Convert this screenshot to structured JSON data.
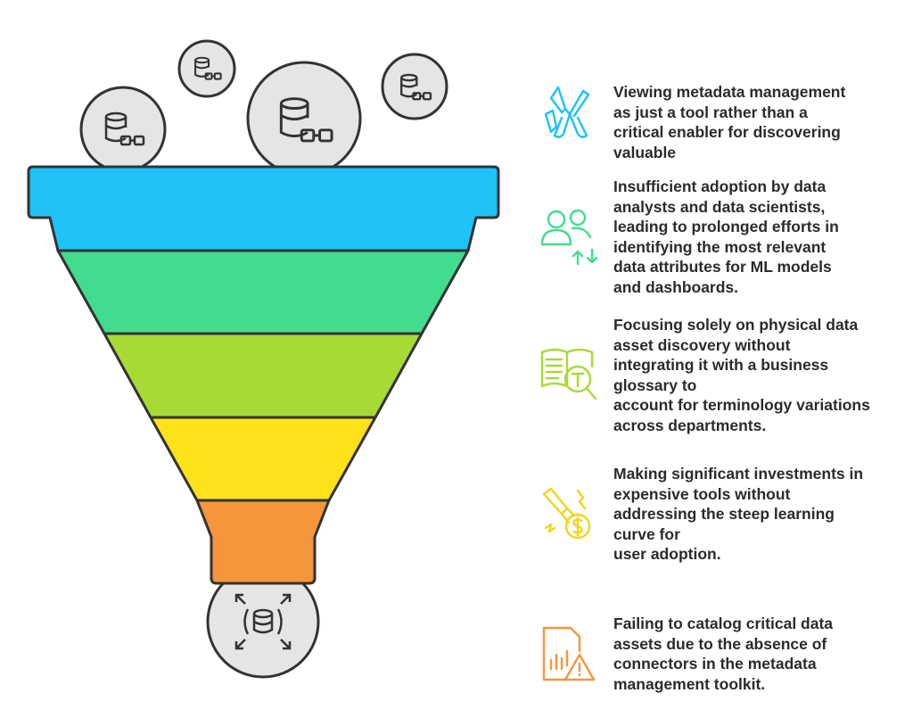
{
  "colors": {
    "layer1": "#1EC2F6",
    "layer2": "#42DC8F",
    "layer3": "#A7DA35",
    "layer4": "#FDE219",
    "layer5": "#F6963C",
    "outline": "#333333",
    "circle_fill": "#E5E5E5"
  },
  "input_icons": [
    "database-connection-icon",
    "database-connection-icon",
    "database-connection-icon",
    "database-connection-icon"
  ],
  "output_icon": "database-expand-icon",
  "items": [
    {
      "icon": "tools-icon",
      "color": "#1EC2F6",
      "text": " Viewing metadata management\nas just a tool rather than a\ncritical enabler for discovering\nvaluable"
    },
    {
      "icon": "users-exchange-icon",
      "color": "#42DC8F",
      "text": "Insufficient adoption by data\nanalysts and data scientists,\nleading to prolonged efforts in\nidentifying the most relevant\ndata attributes for ML models\nand dashboards."
    },
    {
      "icon": "glossary-search-icon",
      "color": "#A7DA35",
      "text": "Focusing solely on physical data\nasset discovery without\nintegrating it with a business\nglossary to\naccount for terminology variations\nacross departments."
    },
    {
      "icon": "costly-tool-icon",
      "color": "#F0D51A",
      "text": "Making significant investments in\nexpensive tools without\naddressing the steep learning\ncurve for\nuser adoption."
    },
    {
      "icon": "report-warning-icon",
      "color": "#F6963C",
      "text": "Failing to catalog critical data\nassets due to the absence of\nconnectors in the metadata\nmanagement toolkit."
    }
  ]
}
